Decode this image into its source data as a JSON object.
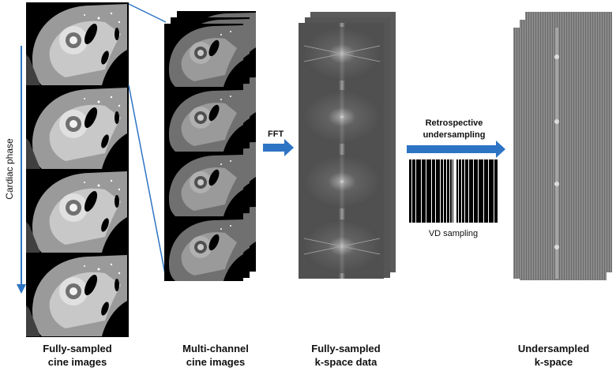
{
  "captions": {
    "fully_sampled_cine": [
      "Fully-sampled",
      "cine images"
    ],
    "multichannel_cine": [
      "Multi-channel",
      "cine images"
    ],
    "fully_sampled_kspace": [
      "Fully-sampled",
      "k-space data"
    ],
    "undersampled_kspace": [
      "Undersampled",
      "k-space"
    ]
  },
  "axis_label": "Cardiac phase",
  "arrows": {
    "fft": "FFT",
    "retrospective": [
      "Retrospective",
      "undersampling"
    ]
  },
  "vd_label": "VD sampling",
  "colors": {
    "arrow": "#2e74c4",
    "frame": "#000000"
  }
}
